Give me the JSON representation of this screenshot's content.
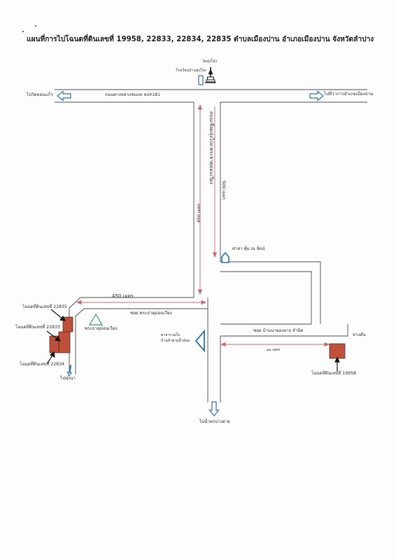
{
  "title": "แผนที่การไปโฉนดที่ดินเลขที่  19958, 22833, 22834, 22835 ตำบลเมืองปาน อำเภอเมืองปาน  จังหวัดลำปาง",
  "landmarks": {
    "temple": "วัดทุ่งโป่ง",
    "school": "โรงเรียนบ้านทุ่งโป่ง",
    "sala_khum": "ศาลา คุ้ม ณ จัดน์",
    "sala_ruamjai": "ศาลาร่วมใจ\nบ้านหัวฝายน้ำล้อม",
    "shrine": "พระธาตุม่อนเวียง",
    "corner": "ทางตัน"
  },
  "roads": {
    "main_road": "ถนนทางหลวงชนบท ลป4181",
    "to_west": "ไปวัดดอนแก้ว",
    "to_east": "ไปที่ว่าการอำเภอเมืองปาน",
    "vertical_road": "ถนนเชื่อมทุ่งโป่ง-พระธาตุม่อนเวียง",
    "soi_phrathat": "ซอย พระธาตุม่อนเวียง",
    "soi_ban": "ซอย บ้านนายองอาจ จำนิด",
    "to_south": "ไปน้ำตกปางอ่าย",
    "to_southwest": "ไปทุ่งนา"
  },
  "distances": {
    "left_vertical": "450 เมตร",
    "right_vertical": "500 เมตร",
    "horizontal": "450 เมตร",
    "soi_ban": "๑๑ เมตร"
  },
  "parcels": {
    "p22835": "โฉนดที่ดินเลขที่ 22835",
    "p22833": "โฉนดที่ดินเลขที่ 22833",
    "p22834": "โฉนดที่ดินเลขที่ 22834",
    "p19958": "โฉนดที่ดินเลขที่ 19958"
  },
  "colors": {
    "road_line": "#4a4a4a",
    "direction_arrow": "#2a6fb3",
    "parcel_fill": "#c0503a",
    "distance_line": "#c96a6a",
    "shrine_outline": "#2f9a6a"
  }
}
